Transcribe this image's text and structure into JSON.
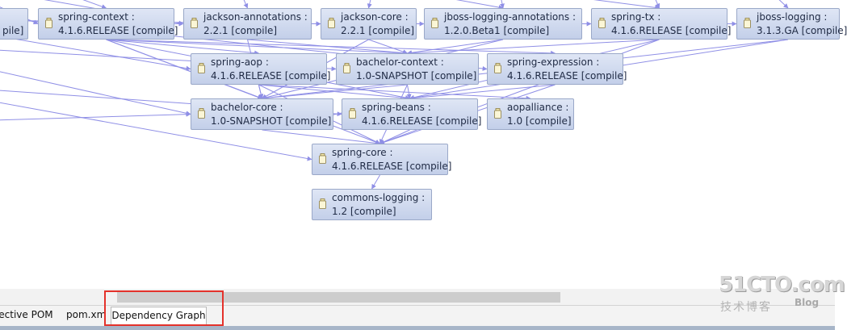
{
  "graph": {
    "nodes": [
      {
        "id": "n0",
        "name": "spring-context :",
        "version": "4.1.6.RELEASE [compile]"
      },
      {
        "id": "n1",
        "name": "jackson-annotations :",
        "version": "2.2.1 [compile]"
      },
      {
        "id": "n2",
        "name": "jackson-core :",
        "version": "2.2.1 [compile]"
      },
      {
        "id": "n3",
        "name": "jboss-logging-annotations :",
        "version": "1.2.0.Beta1 [compile]"
      },
      {
        "id": "n4",
        "name": "spring-tx :",
        "version": "4.1.6.RELEASE [compile]"
      },
      {
        "id": "n5",
        "name": "jboss-logging :",
        "version": "3.1.3.GA [compile]"
      },
      {
        "id": "n6",
        "name": "spring-aop :",
        "version": "4.1.6.RELEASE [compile]"
      },
      {
        "id": "n7",
        "name": "bachelor-context :",
        "version": "1.0-SNAPSHOT [compile]"
      },
      {
        "id": "n8",
        "name": "spring-expression :",
        "version": "4.1.6.RELEASE [compile]"
      },
      {
        "id": "n9",
        "name": "bachelor-core :",
        "version": "1.0-SNAPSHOT [compile]"
      },
      {
        "id": "n10",
        "name": "spring-beans :",
        "version": "4.1.6.RELEASE [compile]"
      },
      {
        "id": "n11",
        "name": "aopalliance :",
        "version": "1.0 [compile]"
      },
      {
        "id": "n12",
        "name": "spring-core :",
        "version": "4.1.6.RELEASE [compile]"
      },
      {
        "id": "n13",
        "name": "commons-logging :",
        "version": "1.2 [compile]"
      },
      {
        "id": "n14",
        "name": "",
        "version": "pile]"
      }
    ]
  },
  "tabs": {
    "effective_pom": "ffective POM",
    "pom_xml": "pom.xm",
    "dependency_graph": "Dependency Graph"
  },
  "watermark": {
    "logo": "51CTO.com",
    "subtitle": "技术博客",
    "blog": "Blog"
  },
  "colors": {
    "node_fill": "#c9d4ec",
    "node_border": "#9aa8c8",
    "edge": "#8f8fe6",
    "highlight": "#e4322b"
  },
  "icons": {
    "node": "jar-icon"
  }
}
